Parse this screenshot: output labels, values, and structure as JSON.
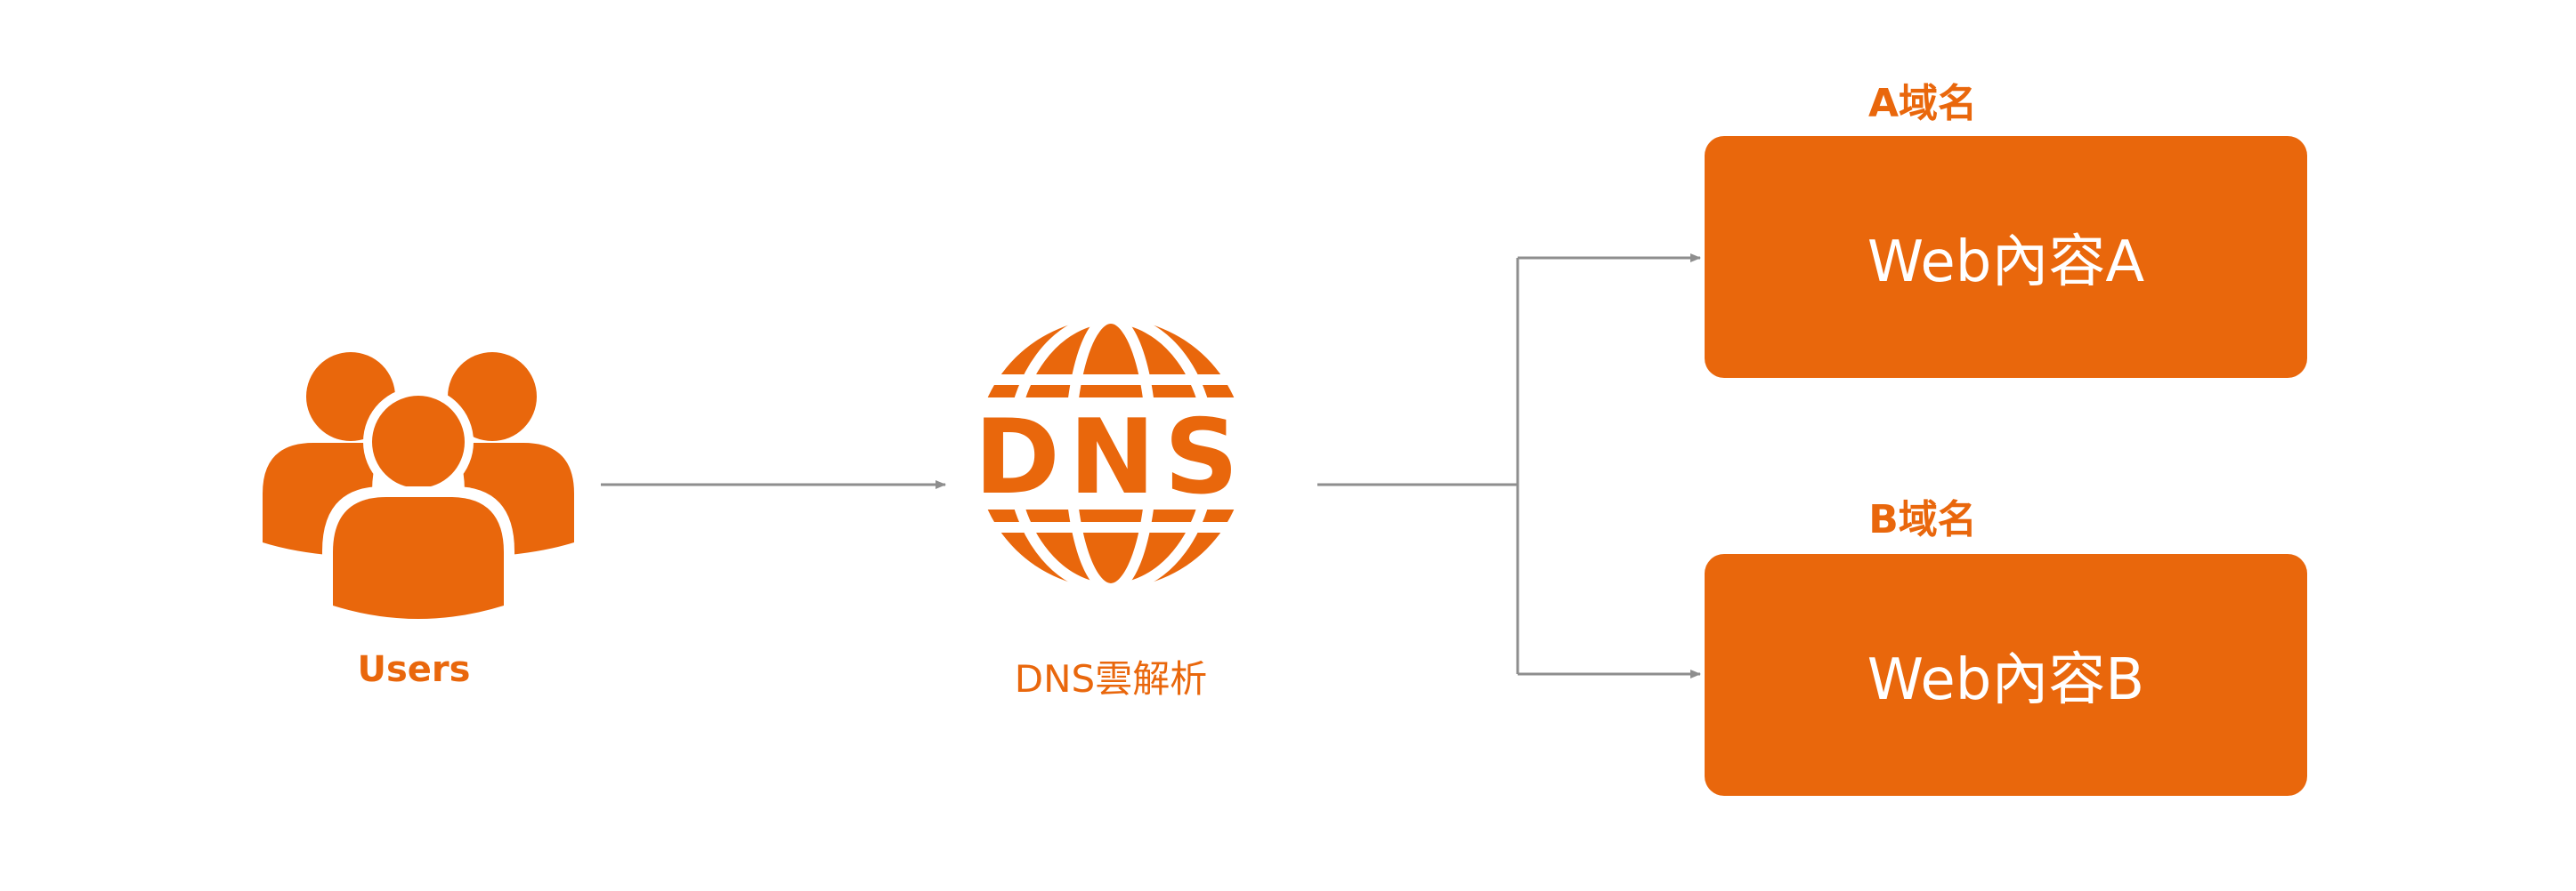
{
  "colors": {
    "accent": "#E9670C",
    "connector": "#8E8E8E",
    "box_text": "#FFFFFF"
  },
  "nodes": {
    "users": {
      "icon": "users-group-icon",
      "label": "Users"
    },
    "dns": {
      "icon": "dns-globe-icon",
      "label": "DNS雲解析",
      "logo_text": "DNS"
    },
    "domain_a": {
      "label": "A域名",
      "box_text": "Web內容A"
    },
    "domain_b": {
      "label": "B域名",
      "box_text": "Web內容B"
    }
  }
}
